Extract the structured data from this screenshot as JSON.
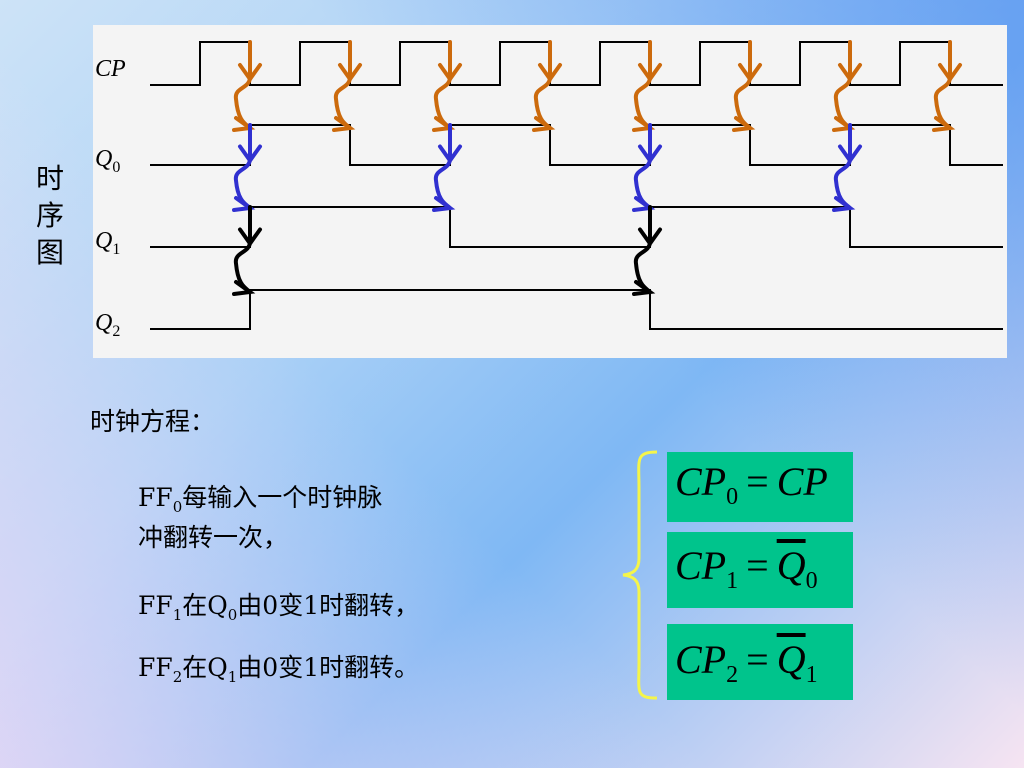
{
  "side_label": "时序图",
  "signals": {
    "cp": {
      "base": "CP",
      "sub": ""
    },
    "q0": {
      "base": "Q",
      "sub": "0"
    },
    "q1": {
      "base": "Q",
      "sub": "1"
    },
    "q2": {
      "base": "Q",
      "sub": "2"
    }
  },
  "text": {
    "heading": "时钟方程：",
    "ff0_a": "FF",
    "ff0_sub": "0",
    "ff0_b": "每输入一个时钟脉",
    "ff0_c": "冲翻转一次，",
    "ff1_a": "FF",
    "ff1_sub": "1",
    "ff1_b": "在Q",
    "ff1_qsub": "0",
    "ff1_c": "由0变1时翻转，",
    "ff2_a": "FF",
    "ff2_sub": "2",
    "ff2_b": "在Q",
    "ff2_qsub": "1",
    "ff2_c": "由0变1时翻转。"
  },
  "equations": [
    {
      "lhs": "CP",
      "lhs_sub": "0",
      "op": "=",
      "rhs": "CP",
      "rhs_sub": "",
      "overline": false
    },
    {
      "lhs": "CP",
      "lhs_sub": "1",
      "op": "=",
      "rhs": "Q",
      "rhs_sub": "0",
      "overline": true
    },
    {
      "lhs": "CP",
      "lhs_sub": "2",
      "op": "=",
      "rhs": "Q",
      "rhs_sub": "1",
      "overline": true
    }
  ],
  "colors": {
    "cp_arrow": "#cc6a0c",
    "q0_arrow": "#3030d0",
    "q1_arrow": "#000000",
    "brace": "#f5f54a",
    "eq_box": "#00c48c"
  }
}
